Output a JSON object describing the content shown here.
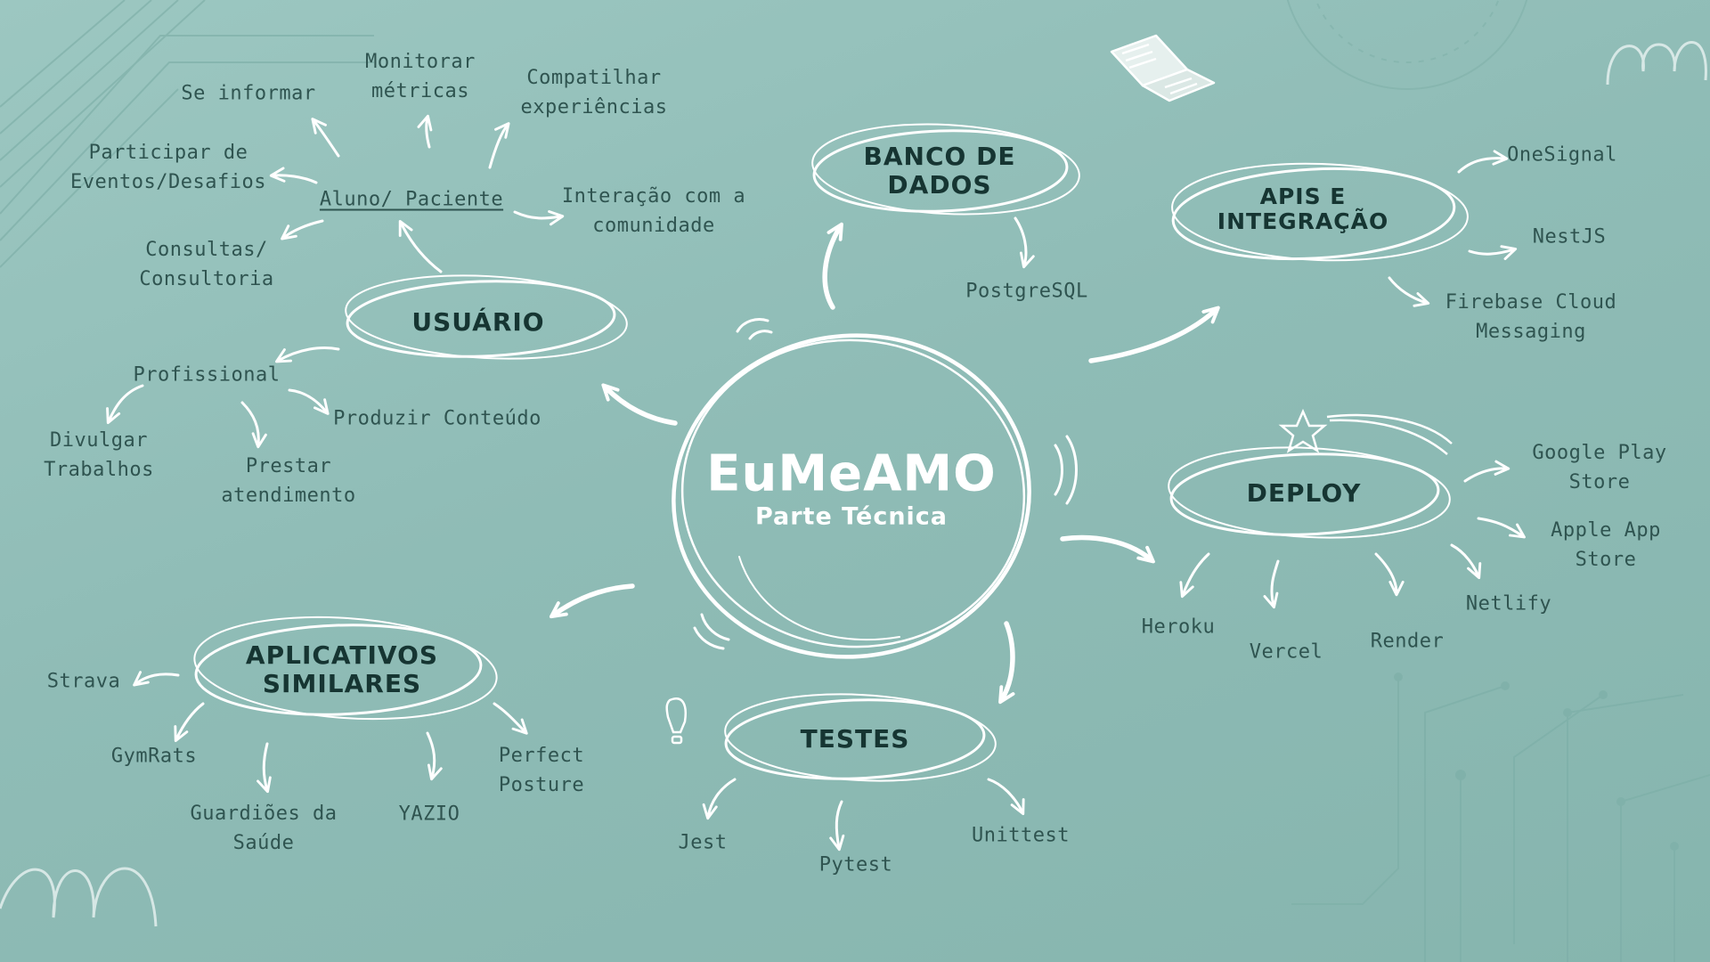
{
  "colors": {
    "background": "#92beb8",
    "ink": "#2f5450",
    "chalk": "#ffffff"
  },
  "center": {
    "title": "EuMeAMO",
    "subtitle": "Parte Técnica"
  },
  "nodes": {
    "usuario": "USUÁRIO",
    "banco": "BANCO DE\nDADOS",
    "apis": "APIS E\nINTEGRAÇÃO",
    "deploy": "DEPLOY",
    "testes": "TESTES",
    "aplicativos": "APLICATIVOS\nSIMILARES"
  },
  "usuario": {
    "aluno": "Aluno/ Paciente",
    "aluno_items": {
      "se_informar": "Se informar",
      "monitorar": "Monitorar\nmétricas",
      "compartilhar": "Compatilhar\nexperiências",
      "participar": "Participar de\nEventos/Desafios",
      "interacao": "Interação com a\ncomunidade",
      "consultas": "Consultas/\nConsultoria"
    },
    "profissional": "Profissional",
    "profissional_items": {
      "divulgar": "Divulgar\nTrabalhos",
      "prestar": "Prestar\natendimento",
      "produzir": "Produzir Conteúdo"
    }
  },
  "banco_items": [
    "PostgreSQL"
  ],
  "apis_items": [
    "OneSignal",
    "NestJS",
    "Firebase Cloud\nMessaging"
  ],
  "deploy_items": [
    "Google Play\nStore",
    "Apple App\nStore",
    "Netlify",
    "Render",
    "Vercel",
    "Heroku"
  ],
  "testes_items": [
    "Jest",
    "Pytest",
    "Unittest"
  ],
  "aplicativos_items": [
    "Strava",
    "GymRats",
    "Guardiões da\nSaúde",
    "YAZIO",
    "Perfect\nPosture"
  ],
  "decorations": [
    "book-icon",
    "star-icon",
    "exclamation-icon",
    "circuit-lines",
    "loop-doodle"
  ]
}
